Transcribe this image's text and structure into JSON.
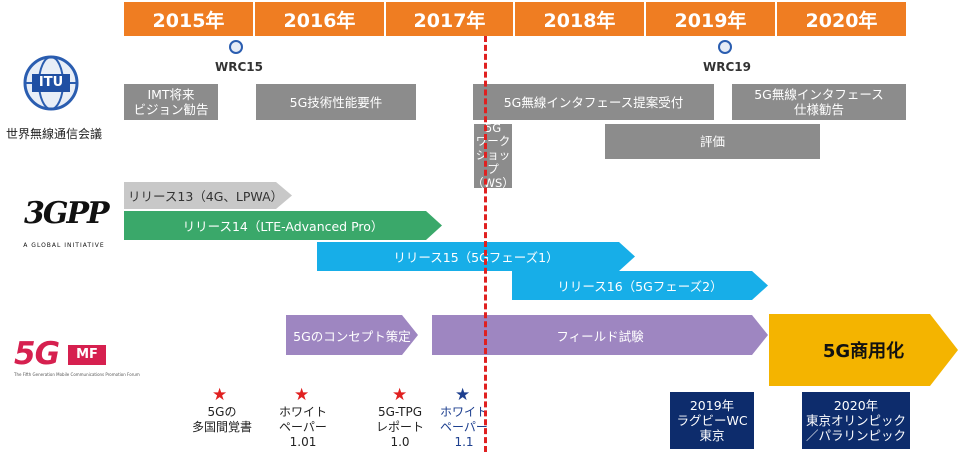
{
  "years": [
    "2015年",
    "2016年",
    "2017年",
    "2018年",
    "2019年",
    "2020年"
  ],
  "itu": {
    "logo_text": "ITU",
    "org_label": "世界無線通信会議",
    "wrc15": "WRC15",
    "wrc19": "WRC19",
    "boxes": {
      "imt_line1": "IMT将来",
      "imt_line2": "ビジョン勧告",
      "tech_req": "5G技術性能要件",
      "proposal": "5G無線インタフェース提案受付",
      "spec_line1": "5G無線インタフェース",
      "spec_line2": "仕様勧告",
      "ws_line1": "5G",
      "ws_line2": "ワーク",
      "ws_line3": "ショップ",
      "ws_line4": "（WS）",
      "eval": "評価"
    }
  },
  "3gpp": {
    "logo_text": "3GPP",
    "tagline": "A GLOBAL INITIATIVE",
    "rel13": "リリース13（4G、LPWA）",
    "rel14": "リリース14（LTE-Advanced Pro）",
    "rel15": "リリース15（5Gフェーズ1）",
    "rel16": "リリース16（5Gフェーズ2）"
  },
  "5gmf": {
    "logo_text": "5G",
    "logo_sub": "MF",
    "logo_caption": "The Fifth Generation Mobile Communications Promotion Forum",
    "concept": "5Gのコンセプト策定",
    "field": "フィールド試験",
    "commercial": "5G商用化"
  },
  "milestones": [
    {
      "l1": "5Gの",
      "l2": "多国間覚書",
      "l3": ""
    },
    {
      "l1": "ホワイト",
      "l2": "ペーパー",
      "l3": "1.01"
    },
    {
      "l1": "5G-TPG",
      "l2": "レポート",
      "l3": "1.0"
    },
    {
      "l1": "ホワイト",
      "l2": "ペーパー",
      "l3": "1.1"
    }
  ],
  "events": {
    "rwc_line1": "2019年",
    "rwc_line2": "ラグビーWC",
    "rwc_line3": "東京",
    "oly_line1": "2020年",
    "oly_line2": "東京オリンピック",
    "oly_line3": "／パラリンピック"
  },
  "colors": {
    "year_header": "#ef7d22",
    "itu_box": "#8c8c8c",
    "rel13": "#c8c8c8",
    "rel14": "#3aa86a",
    "rel_5g": "#17aee8",
    "5gmf_phase": "#9e86c1",
    "commercial": "#f4b400",
    "event": "#0d2c6c",
    "now_line": "#e02020",
    "star_red": "#e02020",
    "star_blue": "#1d3f8f"
  }
}
